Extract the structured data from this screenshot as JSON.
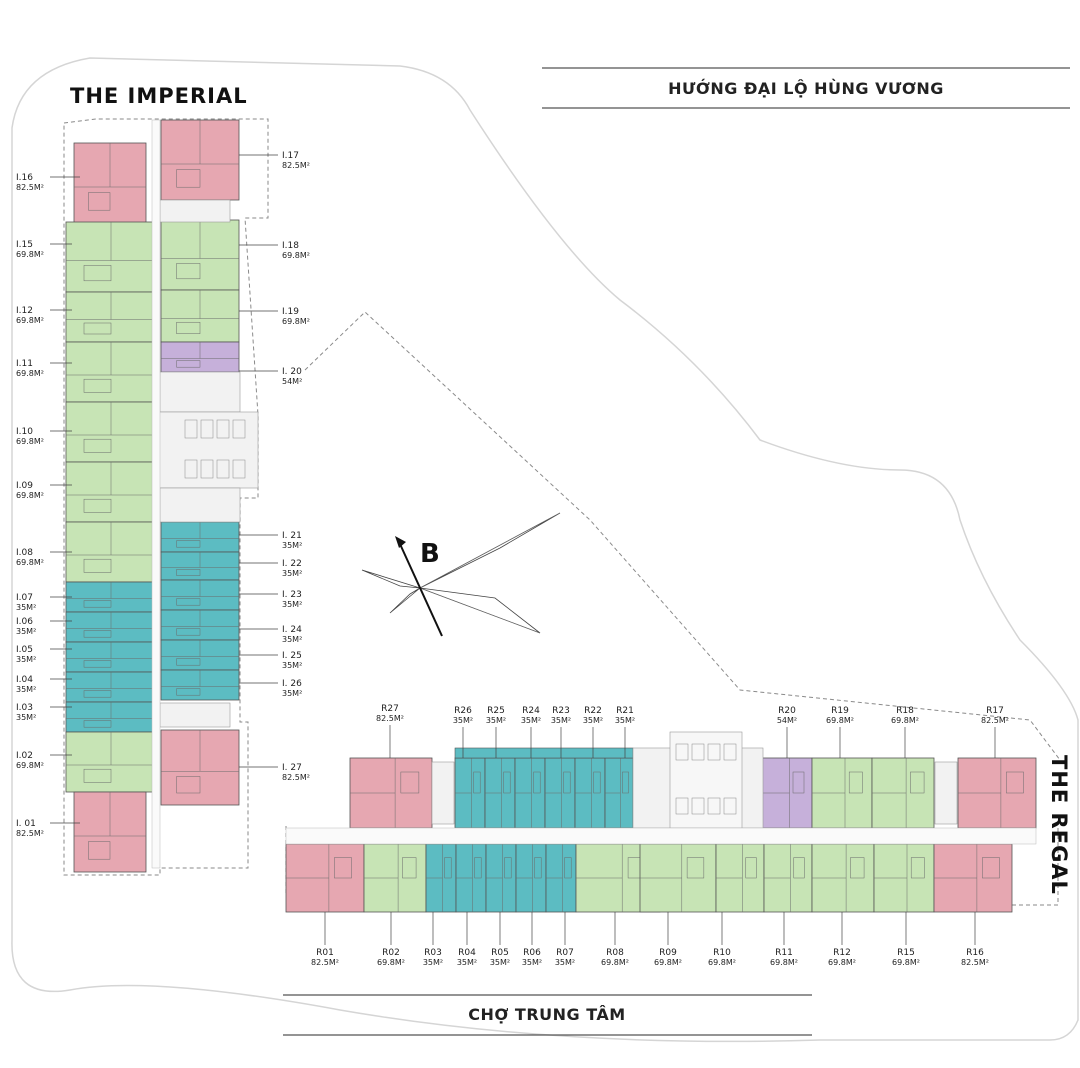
{
  "towers": {
    "imperial": "THE IMPERIAL",
    "regal": "THE REGAL"
  },
  "roads": {
    "top": "HƯỚNG ĐẠI LỘ HÙNG VƯƠNG",
    "bottom": "CHỢ TRUNG TÂM"
  },
  "compass": {
    "label": "B"
  },
  "colors": {
    "pink": "#e6a7b1",
    "green": "#c7e4b5",
    "teal": "#5cbcc2",
    "purple": "#c6b0da",
    "core": "#f2f2f2",
    "line": "#555555"
  },
  "imperial_units": [
    {
      "code": "I.16",
      "area": "82.5M²",
      "type": "pink"
    },
    {
      "code": "I.15",
      "area": "69.8M²",
      "type": "green"
    },
    {
      "code": "I.12",
      "area": "69.8M²",
      "type": "green"
    },
    {
      "code": "I.11",
      "area": "69.8M²",
      "type": "green"
    },
    {
      "code": "I.10",
      "area": "69.8M²",
      "type": "green"
    },
    {
      "code": "I.09",
      "area": "69.8M²",
      "type": "green"
    },
    {
      "code": "I.08",
      "area": "69.8M²",
      "type": "green"
    },
    {
      "code": "I.07",
      "area": "35M²",
      "type": "teal"
    },
    {
      "code": "I.06",
      "area": "35M²",
      "type": "teal"
    },
    {
      "code": "I.05",
      "area": "35M²",
      "type": "teal"
    },
    {
      "code": "I.04",
      "area": "35M²",
      "type": "teal"
    },
    {
      "code": "I.03",
      "area": "35M²",
      "type": "teal"
    },
    {
      "code": "I.02",
      "area": "69.8M²",
      "type": "green"
    },
    {
      "code": "I. 01",
      "area": "82.5M²",
      "type": "pink"
    },
    {
      "code": "I.17",
      "area": "82.5M²",
      "type": "pink"
    },
    {
      "code": "I.18",
      "area": "69.8M²",
      "type": "green"
    },
    {
      "code": "I.19",
      "area": "69.8M²",
      "type": "green"
    },
    {
      "code": "I. 20",
      "area": "54M²",
      "type": "purple"
    },
    {
      "code": "I. 21",
      "area": "35M²",
      "type": "teal"
    },
    {
      "code": "I. 22",
      "area": "35M²",
      "type": "teal"
    },
    {
      "code": "I. 23",
      "area": "35M²",
      "type": "teal"
    },
    {
      "code": "I. 24",
      "area": "35M²",
      "type": "teal"
    },
    {
      "code": "I. 25",
      "area": "35M²",
      "type": "teal"
    },
    {
      "code": "I. 26",
      "area": "35M²",
      "type": "teal"
    },
    {
      "code": "I. 27",
      "area": "82.5M²",
      "type": "pink"
    }
  ],
  "regal_top_units": [
    {
      "code": "R27",
      "area": "82.5M²",
      "type": "pink"
    },
    {
      "code": "R26",
      "area": "35M²",
      "type": "teal"
    },
    {
      "code": "R25",
      "area": "35M²",
      "type": "teal"
    },
    {
      "code": "R24",
      "area": "35M²",
      "type": "teal"
    },
    {
      "code": "R23",
      "area": "35M²",
      "type": "teal"
    },
    {
      "code": "R22",
      "area": "35M²",
      "type": "teal"
    },
    {
      "code": "R21",
      "area": "35M²",
      "type": "teal"
    },
    {
      "code": "R20",
      "area": "54M²",
      "type": "purple"
    },
    {
      "code": "R19",
      "area": "69.8M²",
      "type": "green"
    },
    {
      "code": "R18",
      "area": "69.8M²",
      "type": "green"
    },
    {
      "code": "R17",
      "area": "82.5M²",
      "type": "pink"
    }
  ],
  "regal_bottom_units": [
    {
      "code": "R01",
      "area": "82.5M²",
      "type": "pink"
    },
    {
      "code": "R02",
      "area": "69.8M²",
      "type": "green"
    },
    {
      "code": "R03",
      "area": "35M²",
      "type": "teal"
    },
    {
      "code": "R04",
      "area": "35M²",
      "type": "teal"
    },
    {
      "code": "R05",
      "area": "35M²",
      "type": "teal"
    },
    {
      "code": "R06",
      "area": "35M²",
      "type": "teal"
    },
    {
      "code": "R07",
      "area": "35M²",
      "type": "teal"
    },
    {
      "code": "R08",
      "area": "69.8M²",
      "type": "green"
    },
    {
      "code": "R09",
      "area": "69.8M²",
      "type": "green"
    },
    {
      "code": "R10",
      "area": "69.8M²",
      "type": "green"
    },
    {
      "code": "R11",
      "area": "69.8M²",
      "type": "green"
    },
    {
      "code": "R12",
      "area": "69.8M²",
      "type": "green"
    },
    {
      "code": "R15",
      "area": "69.8M²",
      "type": "green"
    },
    {
      "code": "R16",
      "area": "82.5M²",
      "type": "pink"
    }
  ]
}
